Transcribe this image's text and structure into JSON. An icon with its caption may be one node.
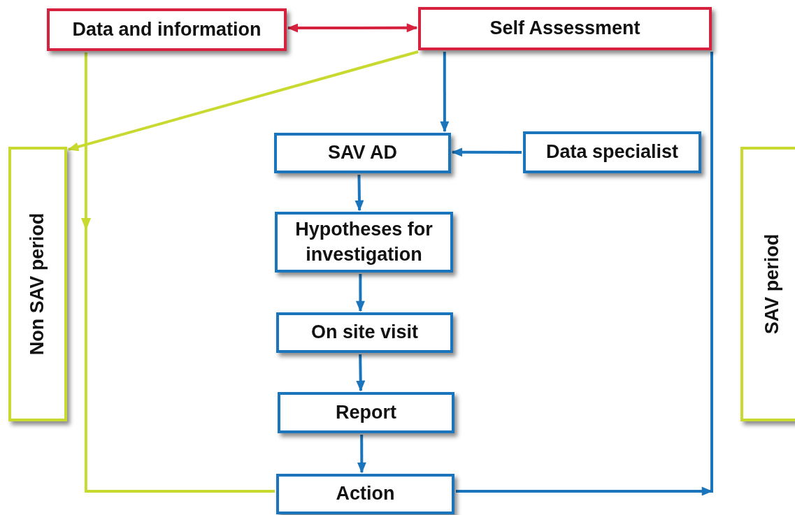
{
  "diagram": {
    "nodes": [
      {
        "text": [
          "Data and information"
        ]
      },
      {
        "text": [
          "Self Assessment"
        ]
      },
      {
        "text": [
          "SAV AD"
        ]
      },
      {
        "text": [
          "Data specialist"
        ]
      },
      {
        "text": [
          "Hypotheses for investigation"
        ]
      },
      {
        "text": [
          "On site visit"
        ]
      },
      {
        "text": [
          "Report"
        ]
      },
      {
        "text": [
          "Action"
        ]
      },
      {
        "text": [
          "Non SAV period"
        ]
      },
      {
        "text": [
          "SAV period"
        ]
      }
    ],
    "edges": [
      {
        "from": 0,
        "to": 1,
        "arrow": "both",
        "color": "#d6213f"
      },
      {
        "from": 1,
        "to": 2,
        "arrow": "to"
      },
      {
        "from": 3,
        "to": 2,
        "arrow": "to"
      },
      {
        "from": 2,
        "to": 4,
        "arrow": "to"
      },
      {
        "from": 4,
        "to": 5,
        "arrow": "to"
      },
      {
        "from": 5,
        "to": 6,
        "arrow": "to"
      },
      {
        "from": 6,
        "to": 7,
        "arrow": "to"
      },
      {
        "from": 0,
        "to": 7,
        "arrow": "to",
        "color": "#c8d930"
      },
      {
        "from": 1,
        "to": 8,
        "arrow": "to",
        "color": "#c8d930"
      },
      {
        "from": 7,
        "to": null,
        "arrow": "to"
      },
      {
        "from": 1,
        "to": null,
        "arrow": "none"
      }
    ]
  }
}
